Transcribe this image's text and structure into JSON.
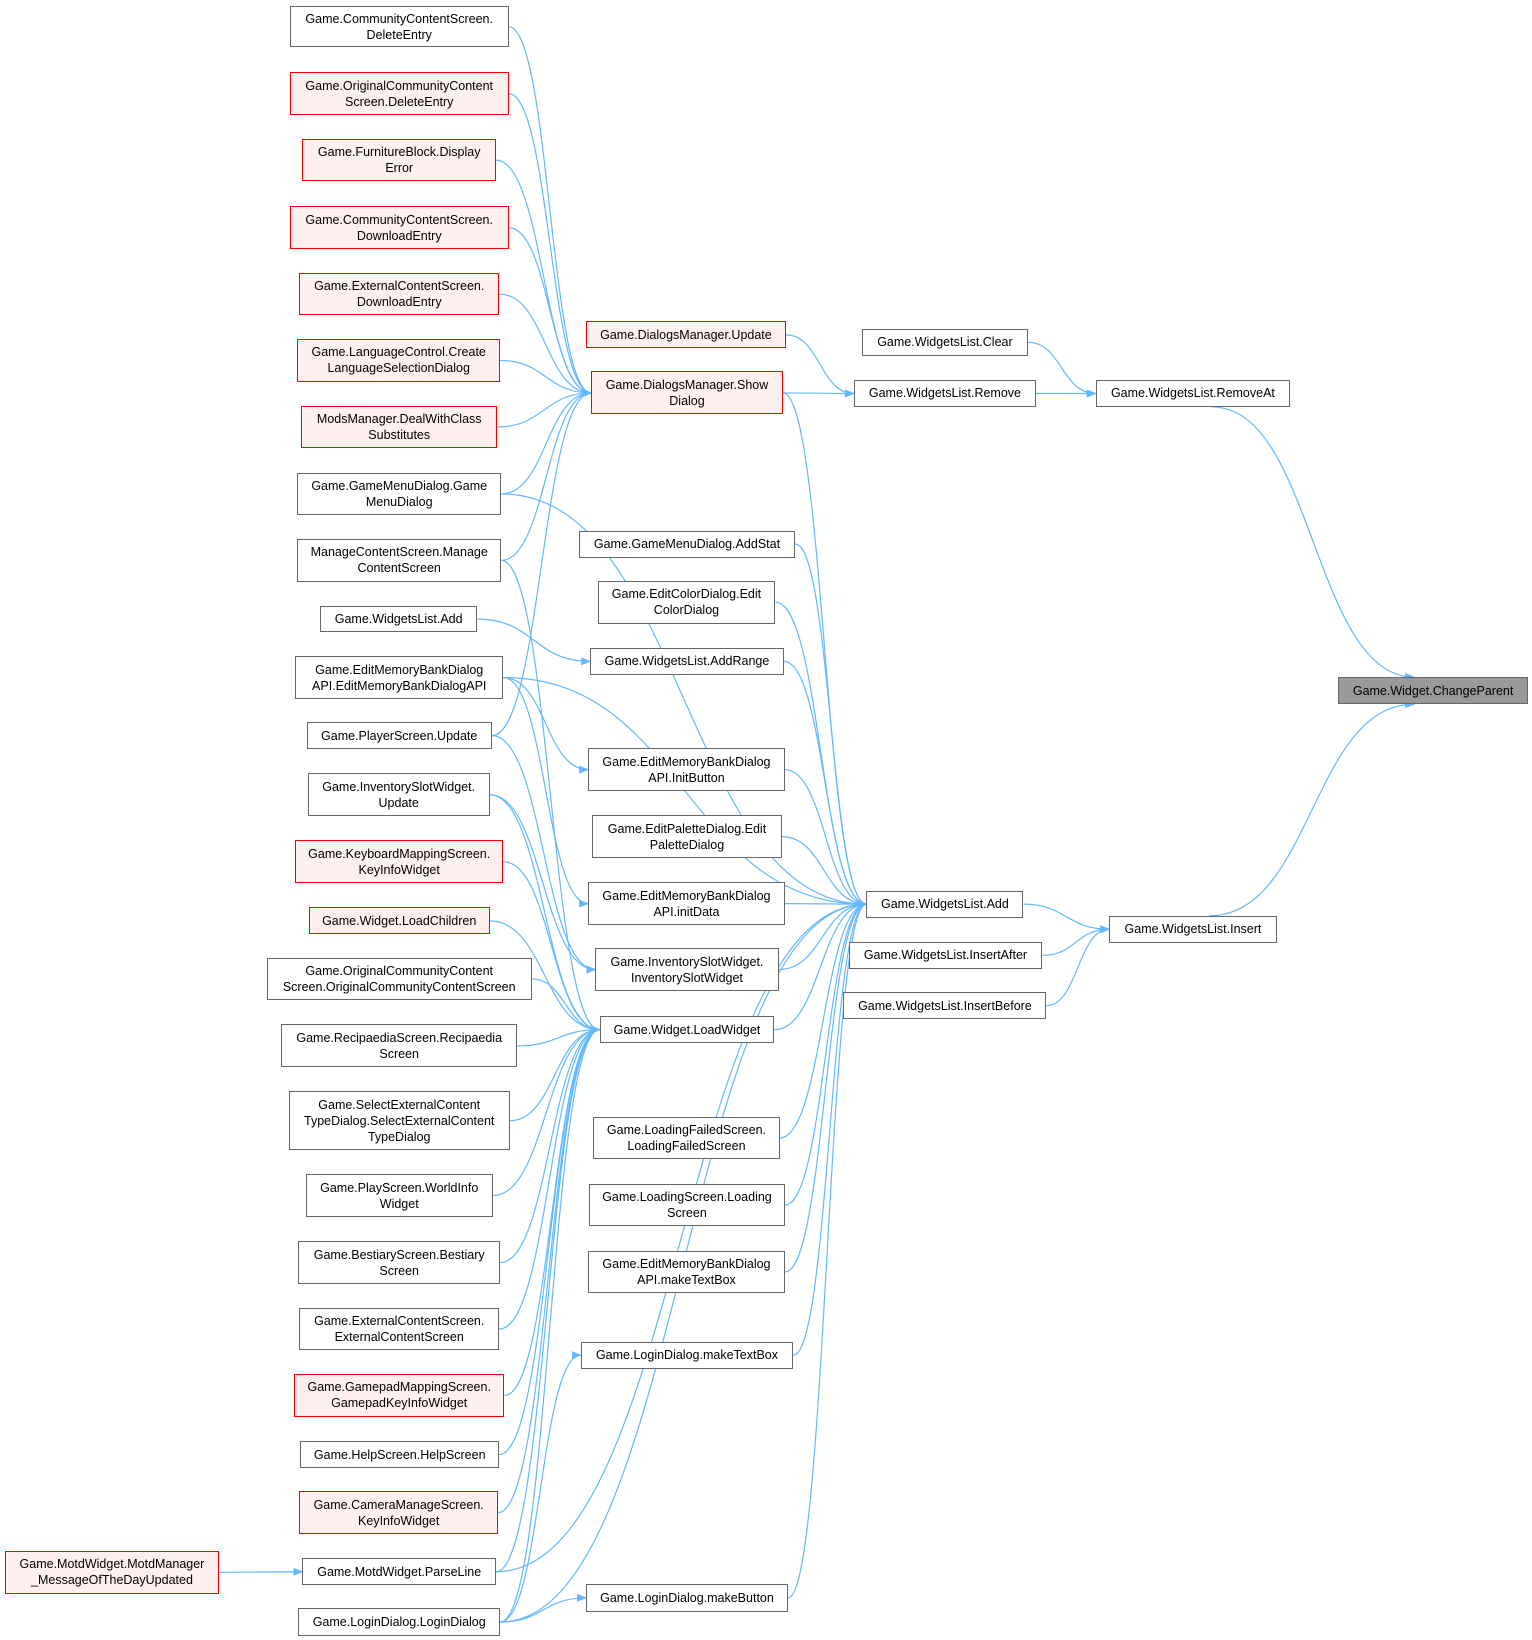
{
  "diagram": {
    "type": "call-graph",
    "root": "Game.Widget.ChangeParent",
    "colors": {
      "edge": "#63b8ff",
      "red_border": "#ff0000",
      "red_fill": "#fff0f0",
      "focus_fill": "#999999",
      "default_border": "#666666"
    },
    "nodes": [
      {
        "id": "ccs_delete",
        "label": "Game.CommunityContentScreen.\nDeleteEntry",
        "style": "normal"
      },
      {
        "id": "occs_delete",
        "label": "Game.OriginalCommunityContent\nScreen.DeleteEntry",
        "style": "red"
      },
      {
        "id": "furn_err",
        "label": "Game.FurnitureBlock.Display\nError",
        "style": "red"
      },
      {
        "id": "ccs_download",
        "label": "Game.CommunityContentScreen.\nDownloadEntry",
        "style": "red"
      },
      {
        "id": "ecs_download",
        "label": "Game.ExternalContentScreen.\nDownloadEntry",
        "style": "red"
      },
      {
        "id": "lang_ctrl",
        "label": "Game.LanguageControl.Create\nLanguageSelectionDialog",
        "style": "red"
      },
      {
        "id": "mods_mgr",
        "label": "ModsManager.DealWithClass\nSubstitutes",
        "style": "red"
      },
      {
        "id": "gmd_ctor",
        "label": "Game.GameMenuDialog.Game\nMenuDialog",
        "style": "normal"
      },
      {
        "id": "mcs_ctor",
        "label": "ManageContentScreen.Manage\nContentScreen",
        "style": "normal"
      },
      {
        "id": "wl_add_left",
        "label": "Game.WidgetsList.Add",
        "style": "normal"
      },
      {
        "id": "embd_ctor",
        "label": "Game.EditMemoryBankDialog\nAPI.EditMemoryBankDialogAPI",
        "style": "normal"
      },
      {
        "id": "player_upd",
        "label": "Game.PlayerScreen.Update",
        "style": "normal"
      },
      {
        "id": "isw_upd",
        "label": "Game.InventorySlotWidget.\nUpdate",
        "style": "normal"
      },
      {
        "id": "kms_kiw",
        "label": "Game.KeyboardMappingScreen.\nKeyInfoWidget",
        "style": "red"
      },
      {
        "id": "w_loadchildren",
        "label": "Game.Widget.LoadChildren",
        "style": "red"
      },
      {
        "id": "occs_ctor",
        "label": "Game.OriginalCommunityContent\nScreen.OriginalCommunityContentScreen",
        "style": "normal"
      },
      {
        "id": "recip_ctor",
        "label": "Game.RecipaediaScreen.Recipaedia\nScreen",
        "style": "normal"
      },
      {
        "id": "sectd_ctor",
        "label": "Game.SelectExternalContent\nTypeDialog.SelectExternalContent\nTypeDialog",
        "style": "normal"
      },
      {
        "id": "play_wiw",
        "label": "Game.PlayScreen.WorldInfo\nWidget",
        "style": "normal"
      },
      {
        "id": "best_ctor",
        "label": "Game.BestiaryScreen.Bestiary\nScreen",
        "style": "normal"
      },
      {
        "id": "ecs_ctor",
        "label": "Game.ExternalContentScreen.\nExternalContentScreen",
        "style": "normal"
      },
      {
        "id": "gms_kiw",
        "label": "Game.GamepadMappingScreen.\nGamepadKeyInfoWidget",
        "style": "red"
      },
      {
        "id": "help_ctor",
        "label": "Game.HelpScreen.HelpScreen",
        "style": "normal"
      },
      {
        "id": "cms_kiw",
        "label": "Game.CameraManageScreen.\nKeyInfoWidget",
        "style": "red"
      },
      {
        "id": "motd_mgr",
        "label": "Game.MotdWidget.MotdManager\n_MessageOfTheDayUpdated",
        "style": "red"
      },
      {
        "id": "motd_parse",
        "label": "Game.MotdWidget.ParseLine",
        "style": "normal"
      },
      {
        "id": "login_ctor",
        "label": "Game.LoginDialog.LoginDialog",
        "style": "normal"
      },
      {
        "id": "dm_update",
        "label": "Game.DialogsManager.Update",
        "style": "red"
      },
      {
        "id": "dm_show",
        "label": "Game.DialogsManager.Show\nDialog",
        "style": "red"
      },
      {
        "id": "gmd_addstat",
        "label": "Game.GameMenuDialog.AddStat",
        "style": "normal"
      },
      {
        "id": "ecd_ctor",
        "label": "Game.EditColorDialog.Edit\nColorDialog",
        "style": "normal"
      },
      {
        "id": "wl_addrange",
        "label": "Game.WidgetsList.AddRange",
        "style": "normal"
      },
      {
        "id": "embd_initbtn",
        "label": "Game.EditMemoryBankDialog\nAPI.InitButton",
        "style": "normal"
      },
      {
        "id": "epd_ctor",
        "label": "Game.EditPaletteDialog.Edit\nPaletteDialog",
        "style": "normal"
      },
      {
        "id": "embd_initdata",
        "label": "Game.EditMemoryBankDialog\nAPI.initData",
        "style": "normal"
      },
      {
        "id": "isw_ctor",
        "label": "Game.InventorySlotWidget.\nInventorySlotWidget",
        "style": "normal"
      },
      {
        "id": "w_loadwidget",
        "label": "Game.Widget.LoadWidget",
        "style": "normal"
      },
      {
        "id": "lfs_ctor",
        "label": "Game.LoadingFailedScreen.\nLoadingFailedScreen",
        "style": "normal"
      },
      {
        "id": "ls_ctor",
        "label": "Game.LoadingScreen.Loading\nScreen",
        "style": "normal"
      },
      {
        "id": "embd_textbox",
        "label": "Game.EditMemoryBankDialog\nAPI.makeTextBox",
        "style": "normal"
      },
      {
        "id": "login_textbox",
        "label": "Game.LoginDialog.makeTextBox",
        "style": "normal"
      },
      {
        "id": "login_button",
        "label": "Game.LoginDialog.makeButton",
        "style": "normal"
      },
      {
        "id": "wl_clear",
        "label": "Game.WidgetsList.Clear",
        "style": "normal"
      },
      {
        "id": "wl_remove",
        "label": "Game.WidgetsList.Remove",
        "style": "normal"
      },
      {
        "id": "wl_add",
        "label": "Game.WidgetsList.Add",
        "style": "normal"
      },
      {
        "id": "wl_insertafter",
        "label": "Game.WidgetsList.InsertAfter",
        "style": "normal"
      },
      {
        "id": "wl_insertbefore",
        "label": "Game.WidgetsList.InsertBefore",
        "style": "normal"
      },
      {
        "id": "wl_removeat",
        "label": "Game.WidgetsList.RemoveAt",
        "style": "normal"
      },
      {
        "id": "wl_insert",
        "label": "Game.WidgetsList.Insert",
        "style": "normal"
      },
      {
        "id": "w_changeparent",
        "label": "Game.Widget.ChangeParent",
        "style": "focus"
      }
    ],
    "edges": [
      [
        "ccs_delete",
        "dm_show"
      ],
      [
        "occs_delete",
        "dm_show"
      ],
      [
        "furn_err",
        "dm_show"
      ],
      [
        "ccs_download",
        "dm_show"
      ],
      [
        "ecs_download",
        "dm_show"
      ],
      [
        "lang_ctrl",
        "dm_show"
      ],
      [
        "mods_mgr",
        "dm_show"
      ],
      [
        "gmd_ctor",
        "dm_show"
      ],
      [
        "mcs_ctor",
        "dm_show"
      ],
      [
        "player_upd",
        "dm_show"
      ],
      [
        "dm_update",
        "wl_remove"
      ],
      [
        "dm_show",
        "wl_remove"
      ],
      [
        "dm_show",
        "wl_add"
      ],
      [
        "wl_clear",
        "wl_removeat"
      ],
      [
        "wl_remove",
        "wl_removeat"
      ],
      [
        "wl_removeat",
        "w_changeparent"
      ],
      [
        "gmd_ctor",
        "wl_add"
      ],
      [
        "mcs_ctor",
        "w_loadwidget"
      ],
      [
        "wl_add_left",
        "wl_addrange"
      ],
      [
        "embd_ctor",
        "wl_add"
      ],
      [
        "embd_ctor",
        "embd_initbtn"
      ],
      [
        "embd_ctor",
        "embd_initdata"
      ],
      [
        "player_upd",
        "isw_ctor"
      ],
      [
        "isw_upd",
        "w_loadwidget"
      ],
      [
        "isw_upd",
        "isw_ctor"
      ],
      [
        "kms_kiw",
        "w_loadwidget"
      ],
      [
        "w_loadchildren",
        "w_loadwidget"
      ],
      [
        "occs_ctor",
        "w_loadwidget"
      ],
      [
        "recip_ctor",
        "w_loadwidget"
      ],
      [
        "sectd_ctor",
        "w_loadwidget"
      ],
      [
        "play_wiw",
        "w_loadwidget"
      ],
      [
        "best_ctor",
        "w_loadwidget"
      ],
      [
        "ecs_ctor",
        "w_loadwidget"
      ],
      [
        "gms_kiw",
        "w_loadwidget"
      ],
      [
        "help_ctor",
        "w_loadwidget"
      ],
      [
        "cms_kiw",
        "w_loadwidget"
      ],
      [
        "motd_mgr",
        "motd_parse"
      ],
      [
        "motd_parse",
        "w_loadwidget"
      ],
      [
        "motd_parse",
        "wl_add"
      ],
      [
        "login_ctor",
        "w_loadwidget"
      ],
      [
        "login_ctor",
        "login_button"
      ],
      [
        "login_ctor",
        "login_textbox"
      ],
      [
        "login_ctor",
        "wl_add"
      ],
      [
        "gmd_addstat",
        "wl_add"
      ],
      [
        "ecd_ctor",
        "wl_add"
      ],
      [
        "wl_addrange",
        "wl_add"
      ],
      [
        "embd_initbtn",
        "wl_add"
      ],
      [
        "epd_ctor",
        "wl_add"
      ],
      [
        "embd_initdata",
        "wl_add"
      ],
      [
        "isw_ctor",
        "wl_add"
      ],
      [
        "w_loadwidget",
        "wl_add"
      ],
      [
        "lfs_ctor",
        "wl_add"
      ],
      [
        "ls_ctor",
        "wl_add"
      ],
      [
        "embd_textbox",
        "wl_add"
      ],
      [
        "login_textbox",
        "wl_add"
      ],
      [
        "login_button",
        "wl_add"
      ],
      [
        "wl_add",
        "wl_insert"
      ],
      [
        "wl_insertafter",
        "wl_insert"
      ],
      [
        "wl_insertbefore",
        "wl_insert"
      ],
      [
        "wl_insert",
        "w_changeparent"
      ]
    ]
  }
}
